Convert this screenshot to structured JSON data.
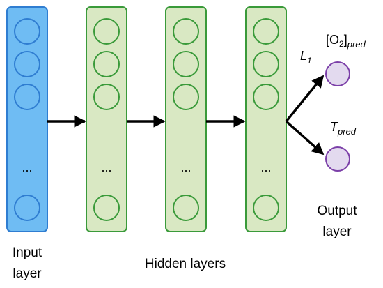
{
  "colors": {
    "input_fill": "#6fbcf3",
    "input_stroke": "#2f7dd1",
    "hidden_fill": "#d9e8c3",
    "hidden_stroke": "#3a9a3a",
    "output_fill": "#e3daef",
    "output_stroke": "#7b3fa8",
    "arrow": "#000000"
  },
  "layers": [
    {
      "key": "input",
      "ellipsis": "..."
    },
    {
      "key": "hidden1",
      "ellipsis": "..."
    },
    {
      "key": "hidden2",
      "ellipsis": "..."
    },
    {
      "key": "hidden3",
      "ellipsis": "..."
    }
  ],
  "outputs": [
    {
      "label_main": "[O",
      "label_sub": "2",
      "label_close": "]",
      "label_suffix": "pred"
    },
    {
      "label_main": "T",
      "label_suffix": "pred"
    }
  ],
  "loss_label": {
    "main": "L",
    "sub": "1"
  },
  "labels": {
    "input_line1": "Input",
    "input_line2": "layer",
    "hidden": "Hidden layers",
    "output_line1": "Output",
    "output_line2": "layer"
  }
}
